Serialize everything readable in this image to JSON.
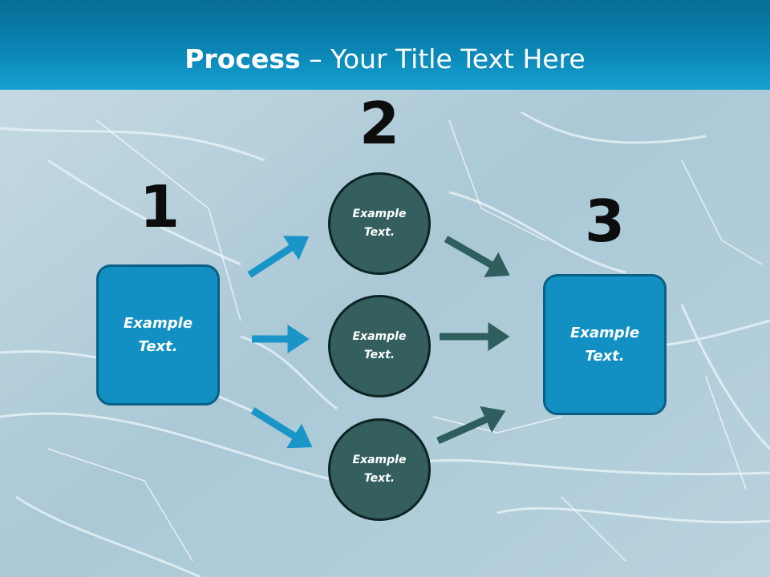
{
  "title": {
    "bold": "Process",
    "rest": " – Your Title Text Here"
  },
  "steps": [
    {
      "number": "1"
    },
    {
      "number": "2"
    },
    {
      "number": "3"
    }
  ],
  "left_box": {
    "label": "Example\nText."
  },
  "circles": [
    {
      "label": "Example\nText."
    },
    {
      "label": "Example\nText."
    },
    {
      "label": "Example\nText."
    }
  ],
  "right_box": {
    "label": "Example\nText."
  },
  "colors": {
    "header": "#0a85b3",
    "box_fill": "#1290c4",
    "circle_fill": "#355f5f",
    "arrow_blue": "#1a95c8",
    "arrow_teal": "#2f5e5e"
  }
}
